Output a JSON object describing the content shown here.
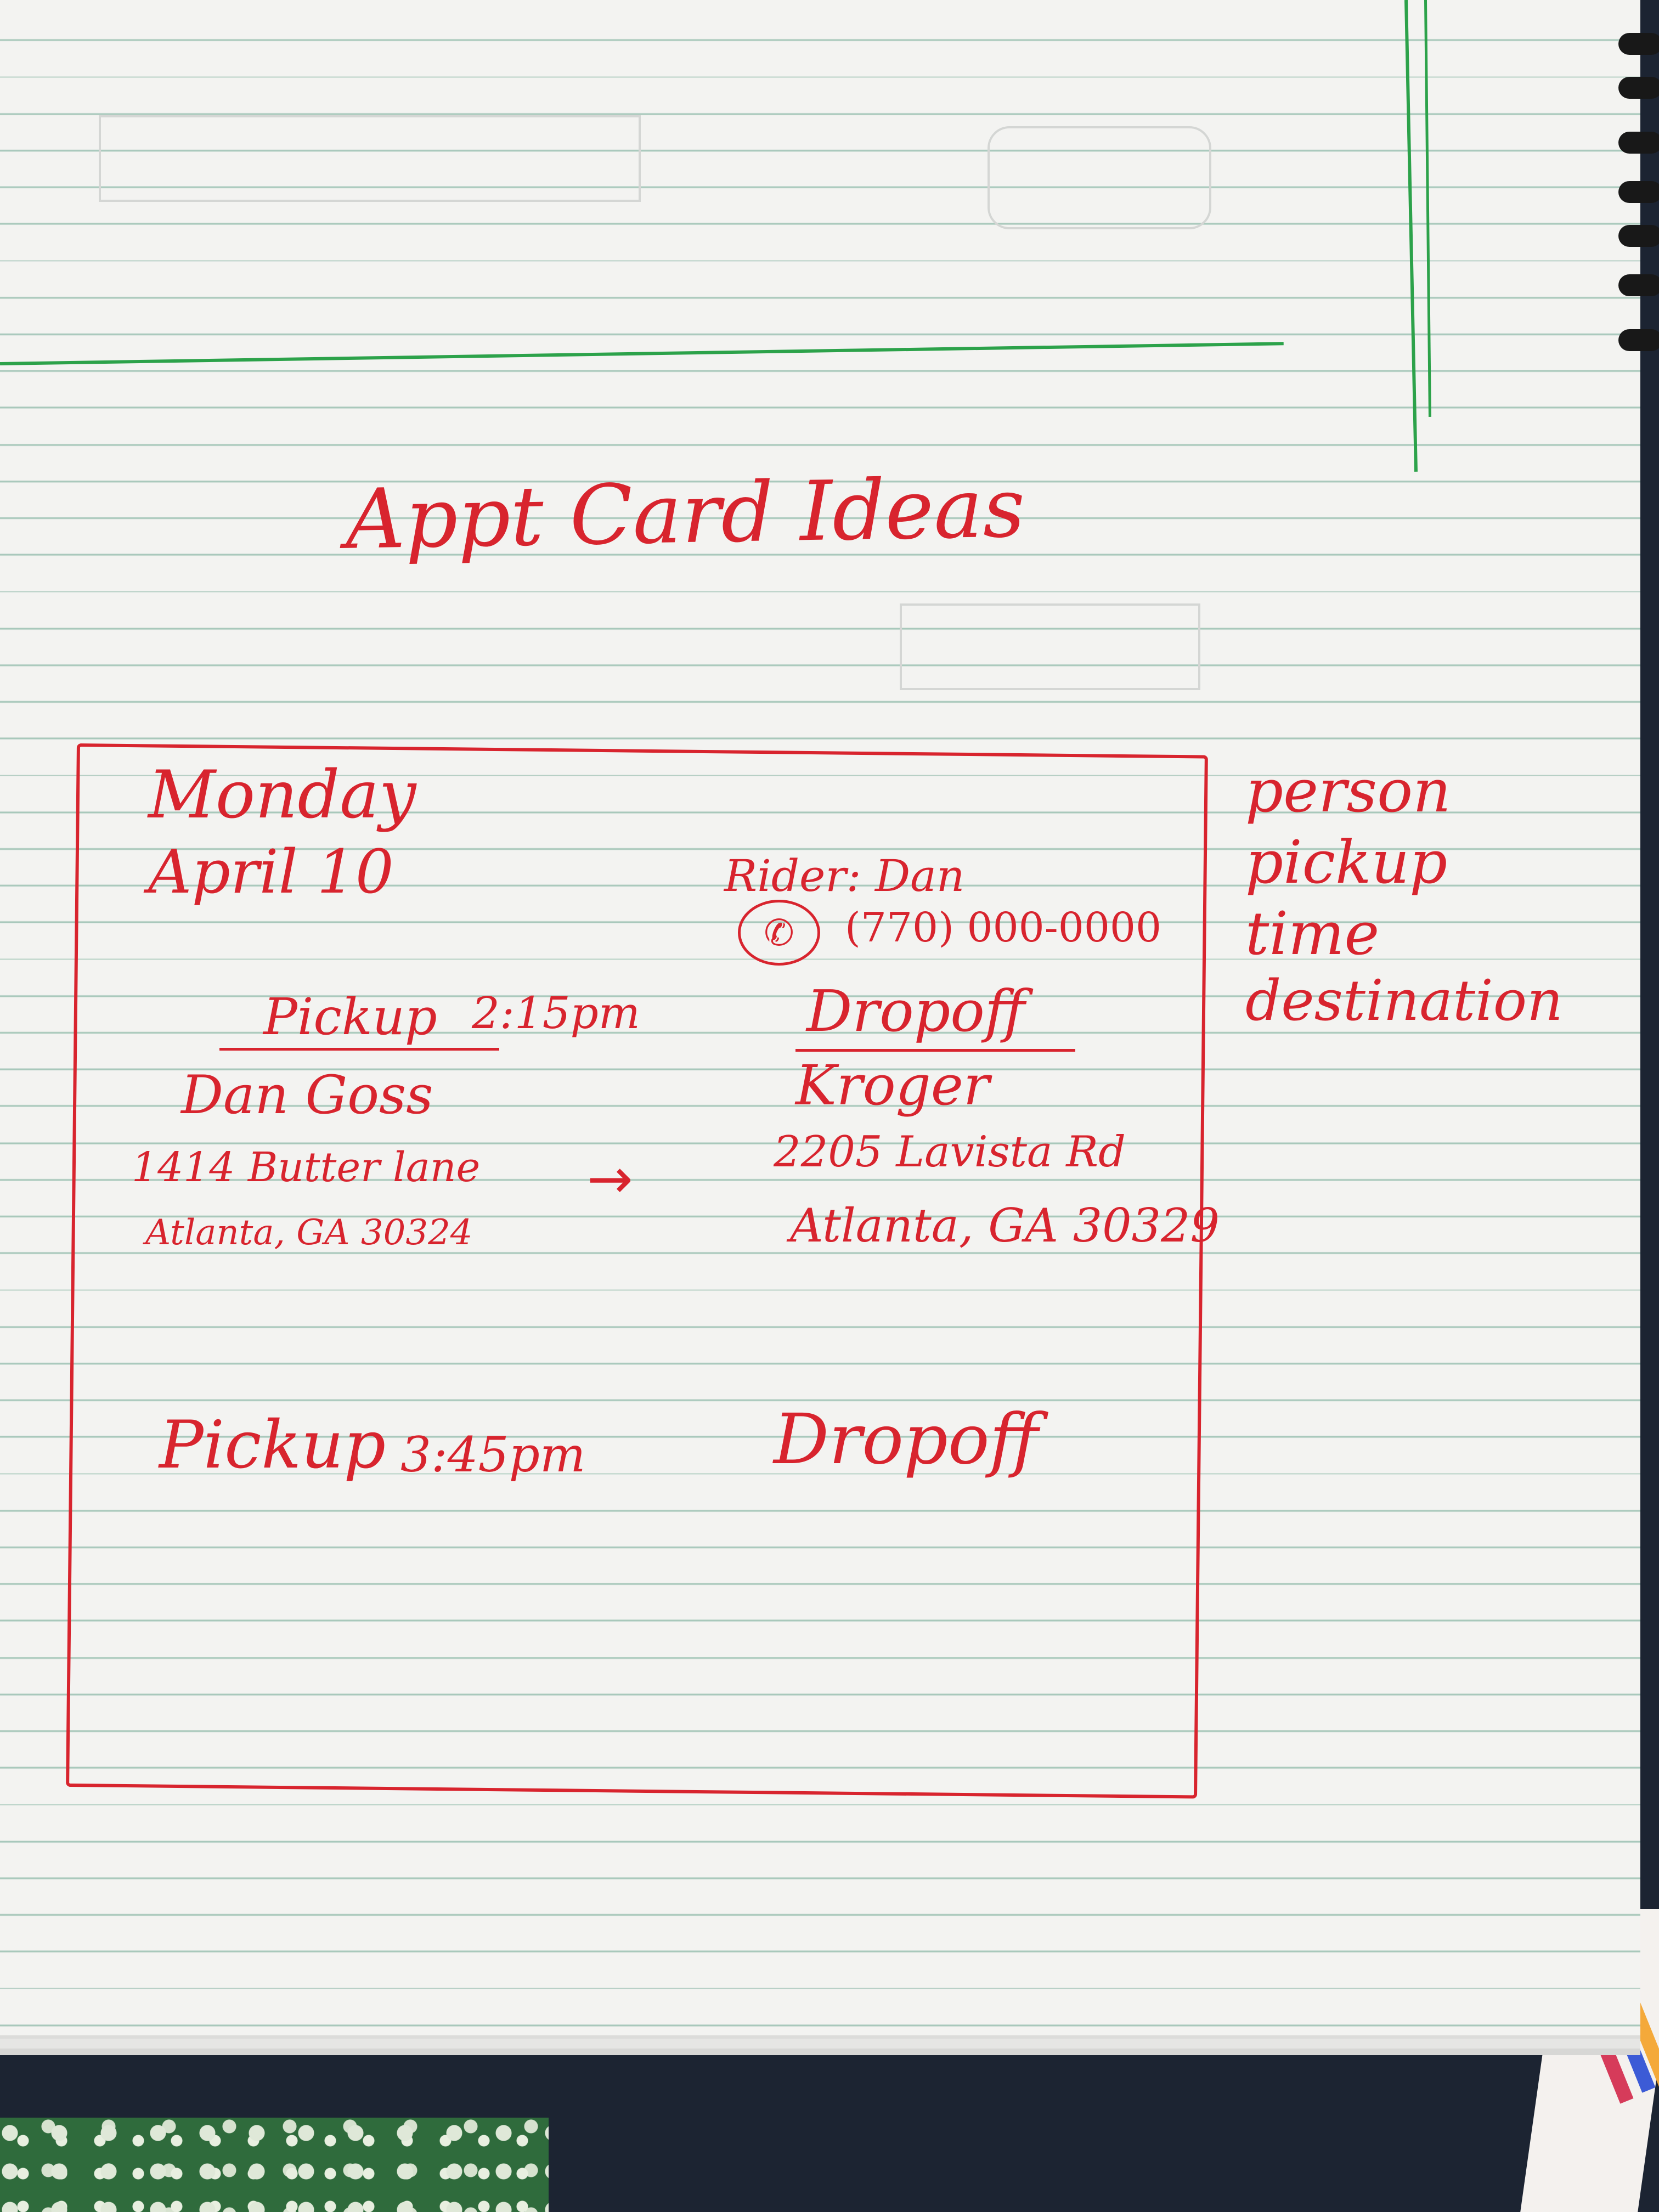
{
  "page": {
    "title": "Appt Card Ideas"
  },
  "card": {
    "day": "Monday",
    "date": "April 10",
    "rider_line": "Rider: Dan",
    "phone_icon": "phone-icon",
    "phone_glyph": "✆",
    "phone": "(770) 000-0000",
    "pickup_label": "Pickup",
    "pickup_time": "2:15pm",
    "dropoff_label": "Dropoff",
    "pickup_name": "Dan Goss",
    "pickup_street": "1414 Butter lane",
    "pickup_city": "Atlanta, GA 30324",
    "arrow": "→",
    "dropoff_name": "Kroger",
    "dropoff_street": "2205 Lavista Rd",
    "dropoff_city": "Atlanta, GA 30329",
    "pickup2_label": "Pickup",
    "pickup2_time": "3:45pm",
    "dropoff2_label": "Dropoff"
  },
  "notes": [
    "person",
    "pickup",
    "time",
    "destination"
  ],
  "colors": {
    "ink": "#d8242e",
    "green_pen": "#2ca24a",
    "paper": "#f3f3f1",
    "rule_lines": "#a8c8bb"
  }
}
